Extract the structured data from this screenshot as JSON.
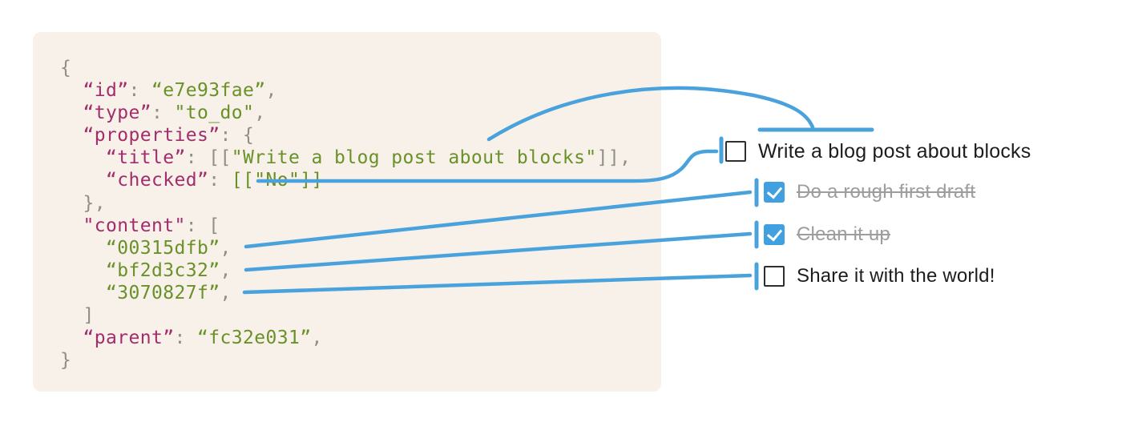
{
  "code_block": {
    "lines": [
      [
        {
          "t": "p",
          "s": "{"
        }
      ],
      [
        {
          "t": "p",
          "s": "  "
        },
        {
          "t": "k",
          "s": "“id”"
        },
        {
          "t": "p",
          "s": ": "
        },
        {
          "t": "v",
          "s": "“e7e93fae”"
        },
        {
          "t": "p",
          "s": ","
        }
      ],
      [
        {
          "t": "p",
          "s": "  "
        },
        {
          "t": "k",
          "s": "“type”"
        },
        {
          "t": "p",
          "s": ": "
        },
        {
          "t": "v",
          "s": "\"to_do\""
        },
        {
          "t": "p",
          "s": ","
        }
      ],
      [
        {
          "t": "p",
          "s": "  "
        },
        {
          "t": "k",
          "s": "“properties”"
        },
        {
          "t": "p",
          "s": ": {"
        }
      ],
      [
        {
          "t": "p",
          "s": "    "
        },
        {
          "t": "k",
          "s": "“title”"
        },
        {
          "t": "p",
          "s": ": [["
        },
        {
          "t": "v",
          "s": "\"Write a blog post about blocks\""
        },
        {
          "t": "p",
          "s": "]],"
        }
      ],
      [
        {
          "t": "p",
          "s": "    "
        },
        {
          "t": "k",
          "s": "“checked”"
        },
        {
          "t": "p",
          "s": ": "
        },
        {
          "t": "v",
          "s": "[[\"No\"]]"
        }
      ],
      [
        {
          "t": "p",
          "s": "  },"
        }
      ],
      [
        {
          "t": "p",
          "s": "  "
        },
        {
          "t": "k",
          "s": "\"content\""
        },
        {
          "t": "p",
          "s": ": ["
        }
      ],
      [
        {
          "t": "p",
          "s": "    "
        },
        {
          "t": "v",
          "s": "“00315dfb”"
        },
        {
          "t": "p",
          "s": ","
        }
      ],
      [
        {
          "t": "p",
          "s": "    "
        },
        {
          "t": "v",
          "s": "“bf2d3c32”"
        },
        {
          "t": "p",
          "s": ","
        }
      ],
      [
        {
          "t": "p",
          "s": "    "
        },
        {
          "t": "v",
          "s": "“3070827f”"
        },
        {
          "t": "p",
          "s": ","
        }
      ],
      [
        {
          "t": "p",
          "s": "  ]"
        }
      ],
      [
        {
          "t": "p",
          "s": "  "
        },
        {
          "t": "k",
          "s": "“parent”"
        },
        {
          "t": "p",
          "s": ": "
        },
        {
          "t": "v",
          "s": "“fc32e031”"
        },
        {
          "t": "p",
          "s": ","
        }
      ],
      [
        {
          "t": "p",
          "s": "}"
        }
      ]
    ]
  },
  "todo_list": {
    "items": [
      {
        "label": "Write a blog post about blocks",
        "checked": false,
        "indent": 0
      },
      {
        "label": "Do a rough first draft",
        "checked": true,
        "indent": 1
      },
      {
        "label": "Clean it up",
        "checked": true,
        "indent": 1
      },
      {
        "label": "Share it with the world!",
        "checked": false,
        "indent": 1
      }
    ]
  },
  "colors": {
    "connector_blue": "#4aa2dd",
    "checkbox_checked_blue": "#41a0e0",
    "code_key": "#a12d6b",
    "code_string": "#6a9128",
    "code_punctuation": "#918d88",
    "code_panel_background": "#f7f1ea",
    "todo_text": "#1d1d1f",
    "todo_done_text": "#9d9d9d"
  }
}
